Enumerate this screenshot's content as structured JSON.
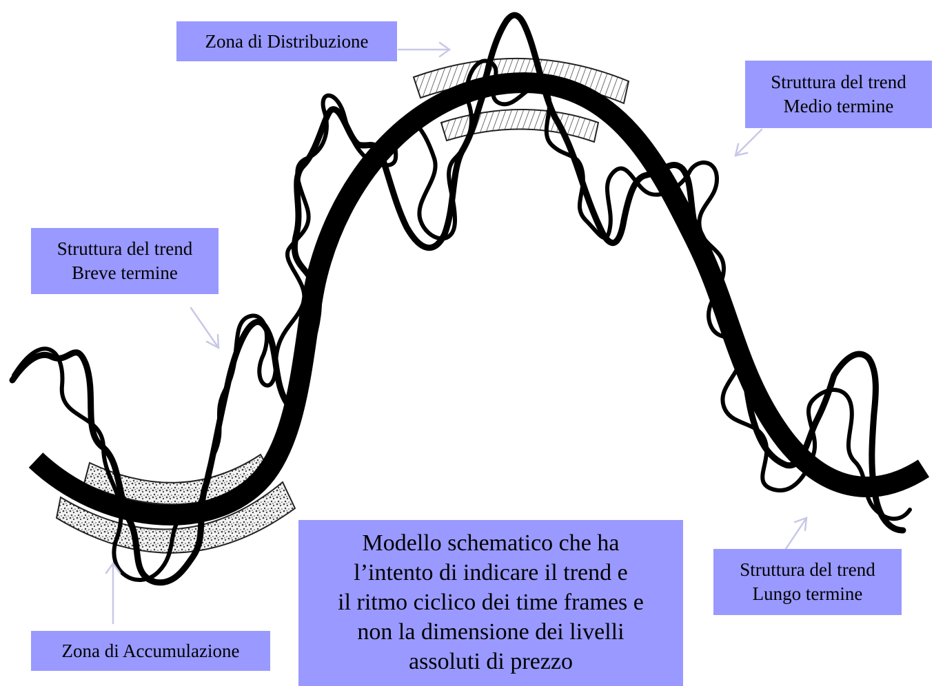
{
  "labels": {
    "distribuzione": [
      "Zona di Distribuzione"
    ],
    "medio": [
      "Struttura del trend",
      "Medio termine"
    ],
    "breve": [
      "Struttura del trend",
      "Breve termine"
    ],
    "accumulazione": [
      "Zona di Accumulazione"
    ],
    "lungo": [
      "Struttura del trend",
      "Lungo termine"
    ],
    "note": [
      "Modello schematico che ha",
      "l’intento di indicare il trend e",
      "il ritmo ciclico dei time frames e",
      "non la dimensione dei livelli",
      "assoluti di prezzo"
    ]
  },
  "colors": {
    "label_background": "#9999ff",
    "trend_ink": "#000000",
    "arrow": "#c8c8e6",
    "band_stipple": "#3a3a3a",
    "band_hatch": "#222222"
  }
}
